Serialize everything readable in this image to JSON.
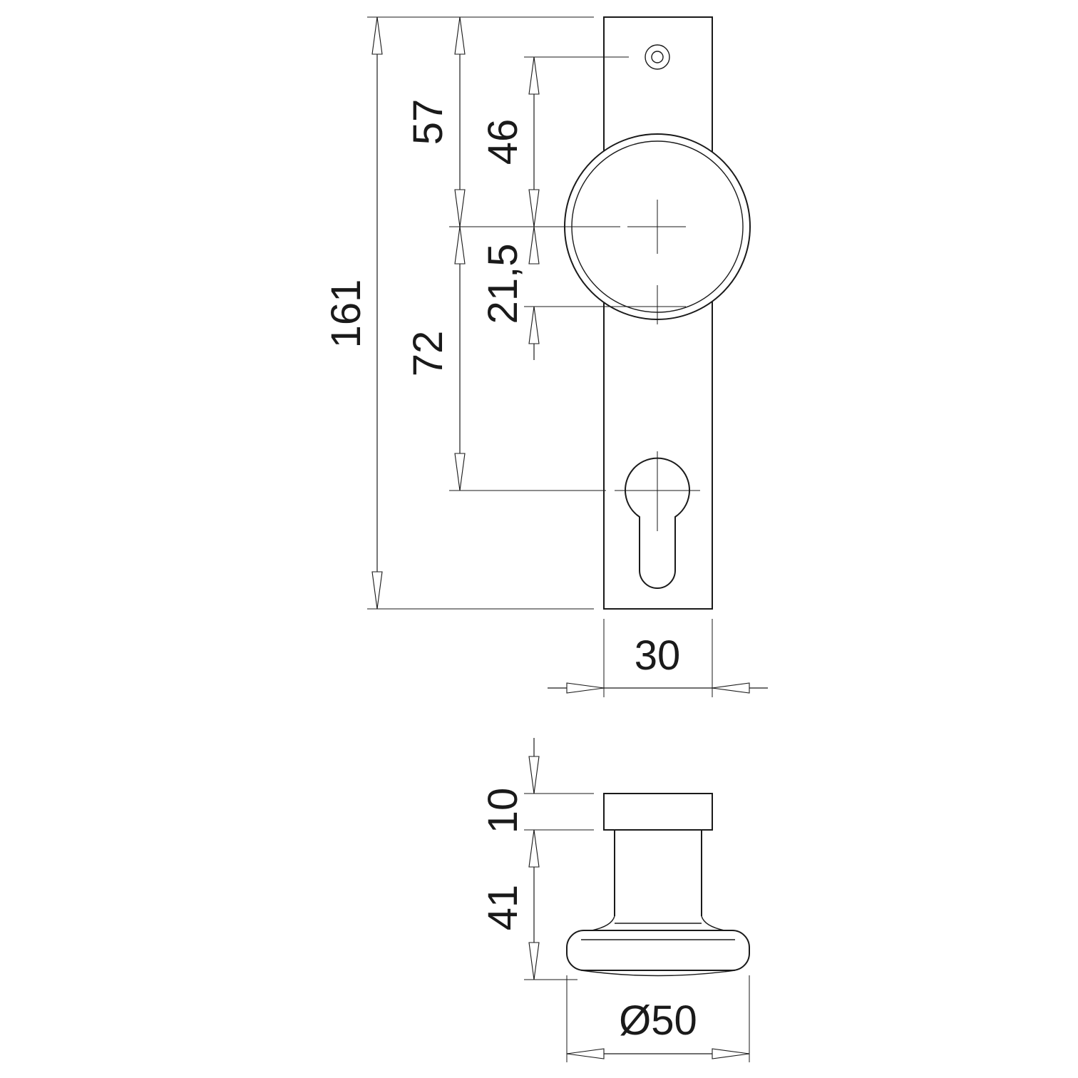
{
  "dimensions": {
    "overall_height": "161",
    "top_to_knob_center": "57",
    "knob_center_to_cylinder": "72",
    "screw_to_knob_center": "46",
    "knob_radius_offset": "21,5",
    "plate_width": "30",
    "rose_height": "10",
    "knob_projection": "41",
    "knob_diameter": "Ø50"
  },
  "colors": {
    "line": "#1a1a1a",
    "background": "#ffffff"
  }
}
